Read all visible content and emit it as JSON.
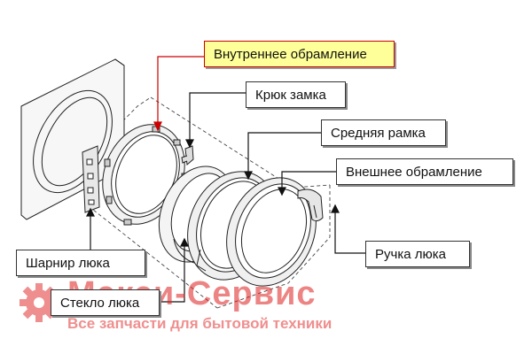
{
  "labels": {
    "inner_frame": "Внутреннее обрамление",
    "lock_hook": "Крюк замка",
    "middle_frame": "Средняя рамка",
    "outer_frame": "Внешнее обрамление",
    "door_handle": "Ручка люка",
    "door_hinge": "Шарнир люка",
    "door_glass": "Стекло люка"
  },
  "watermark": {
    "brand": "Макси-Сервис",
    "tagline": "Все запчасти для бытовой техники"
  },
  "colors": {
    "highlight_fill": "#ffff99",
    "highlight_border": "#cc0000",
    "watermark": "#e02020",
    "line": "#222222"
  },
  "icons": [
    "gear-icon"
  ]
}
